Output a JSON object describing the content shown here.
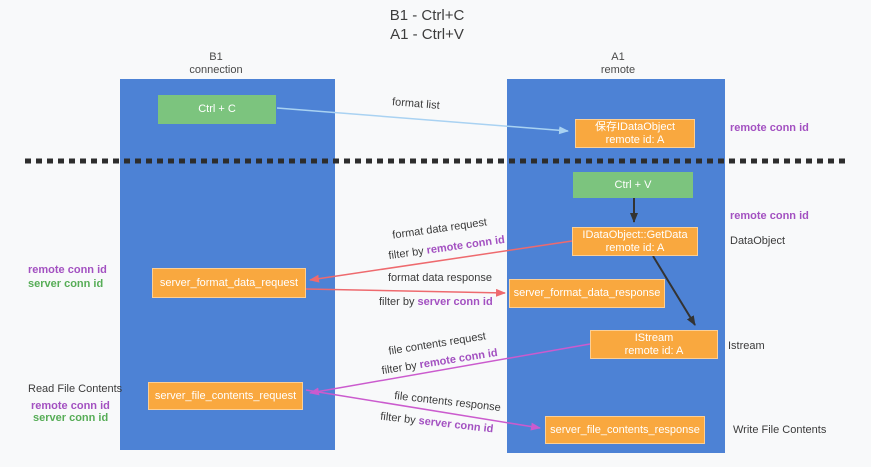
{
  "title": {
    "line1": "B1 - Ctrl+C",
    "line2": "A1 - Ctrl+V"
  },
  "lanes": {
    "left": {
      "title": "B1",
      "subtitle": "connection"
    },
    "right": {
      "title": "A1",
      "subtitle": "remote"
    }
  },
  "nodes": {
    "ctrl_c": {
      "label": "Ctrl + C"
    },
    "ctrl_v": {
      "label": "Ctrl + V"
    },
    "save_dataobject": {
      "line1": "保存IDataObject",
      "line2": "remote id: A"
    },
    "getdata": {
      "line1": "IDataObject::GetData",
      "line2": "remote id: A"
    },
    "istream": {
      "line1": "IStream",
      "line2": "remote id: A"
    },
    "format_request": {
      "label": "server_format_data_request"
    },
    "format_response": {
      "label": "server_format_data_response"
    },
    "file_request": {
      "label": "server_file_contents_request"
    },
    "file_response": {
      "label": "server_file_contents_response"
    }
  },
  "arrows": {
    "format_list": {
      "label": "format list"
    },
    "format_data_request": {
      "label": "format data request",
      "filter_prefix": "filter by",
      "filter_key": "remote conn id"
    },
    "format_data_response": {
      "label": "format data response",
      "filter_prefix": "filter by",
      "filter_key": "server conn id"
    },
    "file_contents_request": {
      "label": "file contents request",
      "filter_prefix": "filter by",
      "filter_key": "remote conn id"
    },
    "file_contents_response": {
      "label": "file contents response",
      "filter_prefix": "filter by",
      "filter_key": "server conn id"
    }
  },
  "annotations": {
    "right": [
      {
        "text": "remote conn id",
        "style": "purple"
      },
      {
        "text": "remote conn id",
        "style": "purple"
      },
      {
        "text": "DataObject",
        "style": "plain"
      },
      {
        "text": "Istream",
        "style": "plain"
      },
      {
        "text": "Write File Contents",
        "style": "plain"
      }
    ],
    "left": [
      {
        "text": "remote conn id",
        "style": "purple"
      },
      {
        "text": "server conn id",
        "style": "green"
      },
      {
        "text": "Read File Contents",
        "style": "plain"
      },
      {
        "text": "remote conn id",
        "style": "purple"
      },
      {
        "text": "server conn id",
        "style": "green"
      }
    ]
  },
  "colors": {
    "lane_blue": "#4d82d5",
    "box_green": "#7cc47e",
    "box_orange": "#f9a83f",
    "arrow_light_blue": "#a9d2f2",
    "arrow_salmon": "#ee6a6e",
    "arrow_magenta": "#cb5bce",
    "arrow_black": "#333333",
    "id_purple": "#a351c1",
    "id_green": "#57ad57",
    "divider_dash": "#2d2d2d",
    "background": "#f8f9fa"
  }
}
